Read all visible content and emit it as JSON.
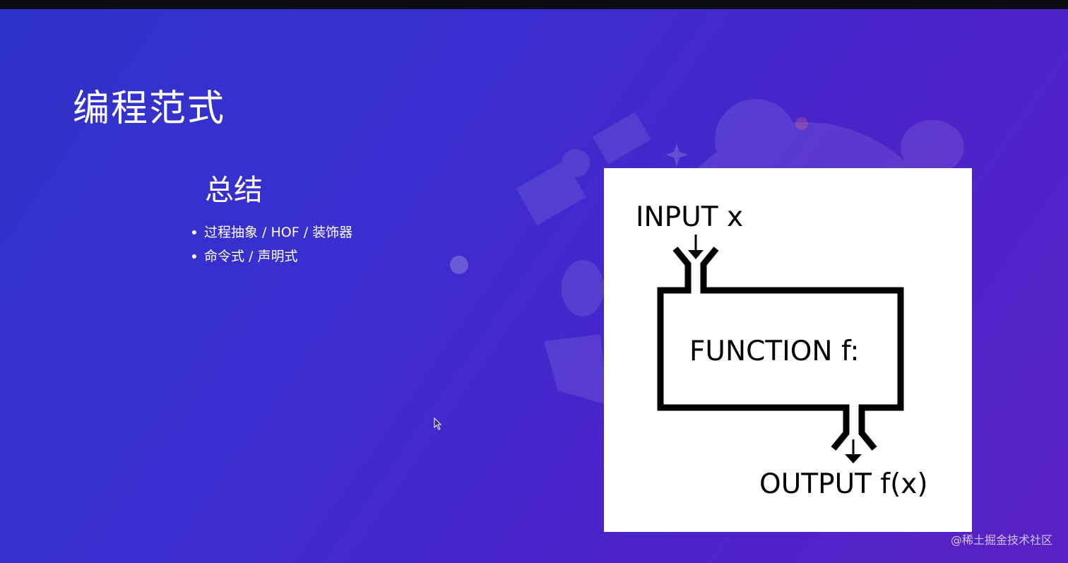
{
  "slide": {
    "title": "编程范式",
    "subtitle": "总结",
    "bullets": [
      "过程抽象 / HOF / 装饰器",
      "命令式 / 声明式"
    ]
  },
  "diagram": {
    "input_label": "INPUT x",
    "function_label": "FUNCTION f:",
    "output_label": "OUTPUT f(x)"
  },
  "watermark": "@稀土掘金技术社区",
  "colors": {
    "background_start": "#2f33c9",
    "background_end": "#5a22c4",
    "card_background": "#ffffff",
    "diagram_stroke": "#000000"
  }
}
